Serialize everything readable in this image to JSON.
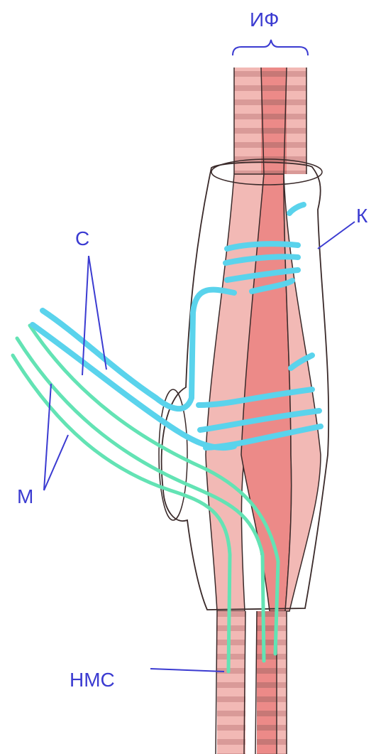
{
  "labels": {
    "intrafusal_fibers": "ИФ",
    "capsule": "К",
    "sensory": "С",
    "motor": "М",
    "extrafusal_muscle_fiber": "НМС"
  },
  "colors": {
    "label_text": "#3b3bd1",
    "label_line": "#3b3bd1",
    "fiber_light": "#f2b9b5",
    "fiber_stripe": "#d99a98",
    "fiber_core": "#ec8a88",
    "fiber_outline": "#3a2a2a",
    "capsule_outline": "#3a2a2a",
    "sensory_nerve": "#5ad3ec",
    "motor_nerve": "#63e3b4"
  }
}
